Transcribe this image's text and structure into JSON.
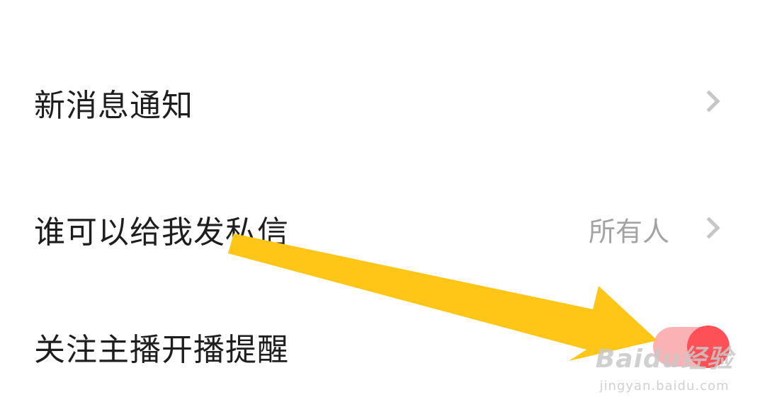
{
  "settings": {
    "items": [
      {
        "label": "新消息通知",
        "value": "",
        "control": "chevron"
      },
      {
        "label": "谁可以给我发私信",
        "value": "所有人",
        "control": "chevron"
      },
      {
        "label": "关注主播开播提醒",
        "value": "",
        "control": "toggle",
        "enabled": true
      }
    ]
  },
  "annotation": {
    "arrow_color": "#ffc517"
  },
  "watermark": {
    "main": "Baidu经验",
    "url": "jingyan.baidu.com"
  },
  "colors": {
    "toggle_on_track": "#fbb2b4",
    "toggle_on_knob": "#fe5057",
    "value_text": "#a3a3a3",
    "chevron": "#c6c6c6"
  }
}
